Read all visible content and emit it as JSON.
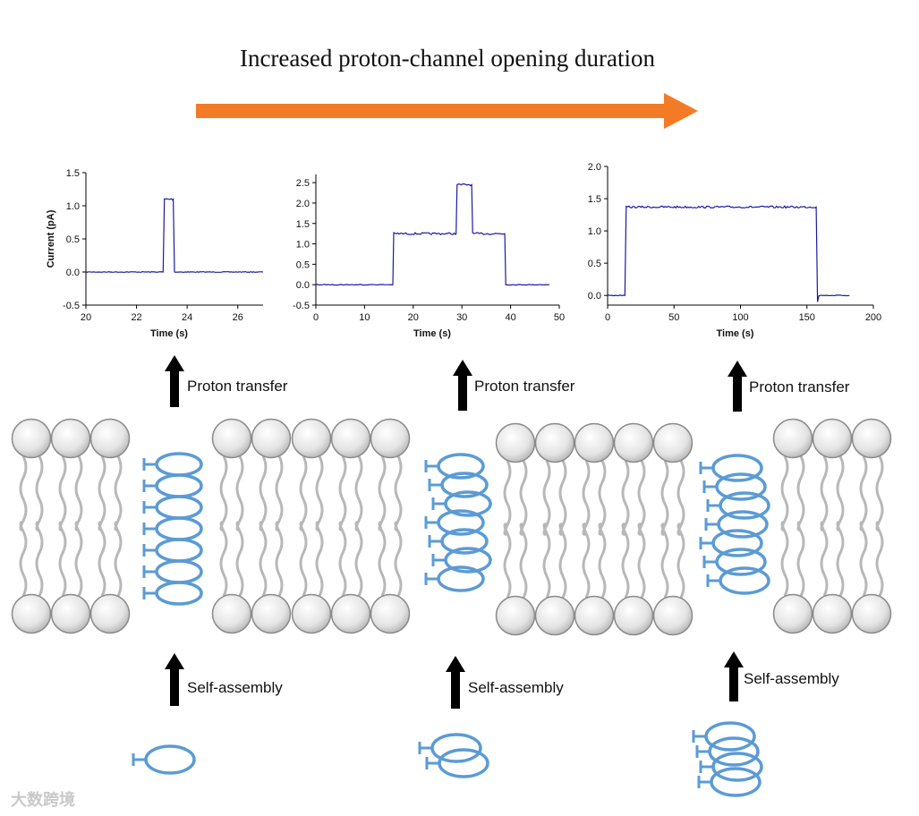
{
  "title": "Increased proton-channel opening duration",
  "labels": {
    "proton_transfer": "Proton transfer",
    "self_assembly": "Self-assembly"
  },
  "watermark": "大数跨境",
  "colors": {
    "arrow": "#f47b25",
    "trace": "#1a1aa6",
    "helix": "#5b9bd5",
    "head": "#e6e6e6",
    "tail": "#b8b8b8"
  },
  "chart_data": [
    {
      "type": "line",
      "xlabel": "Time (s)",
      "ylabel": "Current (pA)",
      "xlim": [
        20,
        27
      ],
      "ylim": [
        -0.5,
        1.5
      ],
      "xticks": [
        "20",
        "22",
        "24",
        "26"
      ],
      "yticks": [
        "-0.5",
        "0.0",
        "0.5",
        "1.0",
        "1.5"
      ],
      "x": [
        20,
        23.05,
        23.1,
        23.45,
        23.5,
        27
      ],
      "y": [
        0.0,
        0.0,
        1.1,
        1.1,
        0.0,
        0.0
      ]
    },
    {
      "type": "line",
      "xlabel": "Time (s)",
      "ylabel": "",
      "xlim": [
        0,
        50
      ],
      "ylim": [
        -0.5,
        2.7
      ],
      "xticks": [
        "0",
        "10",
        "20",
        "30",
        "40",
        "50"
      ],
      "yticks": [
        "-0.5",
        "0.0",
        "0.5",
        "1.0",
        "1.5",
        "2.0",
        "2.5"
      ],
      "x": [
        0,
        15.8,
        16,
        28.8,
        29,
        32,
        32.2,
        38.8,
        39,
        48
      ],
      "y": [
        0.0,
        0.0,
        1.25,
        1.25,
        2.45,
        2.45,
        1.25,
        1.25,
        0.0,
        0.0
      ]
    },
    {
      "type": "line",
      "xlabel": "Time (s)",
      "ylabel": "",
      "xlim": [
        0,
        200
      ],
      "ylim": [
        -0.15,
        2.0
      ],
      "xticks": [
        "0",
        "50",
        "100",
        "150",
        "200"
      ],
      "yticks": [
        "0.0",
        "0.5",
        "1.0",
        "1.5",
        "2.0"
      ],
      "x": [
        0,
        13,
        14,
        157,
        158,
        159,
        182
      ],
      "y": [
        0.0,
        0.0,
        1.37,
        1.37,
        -0.1,
        0.0,
        0.0
      ]
    }
  ]
}
